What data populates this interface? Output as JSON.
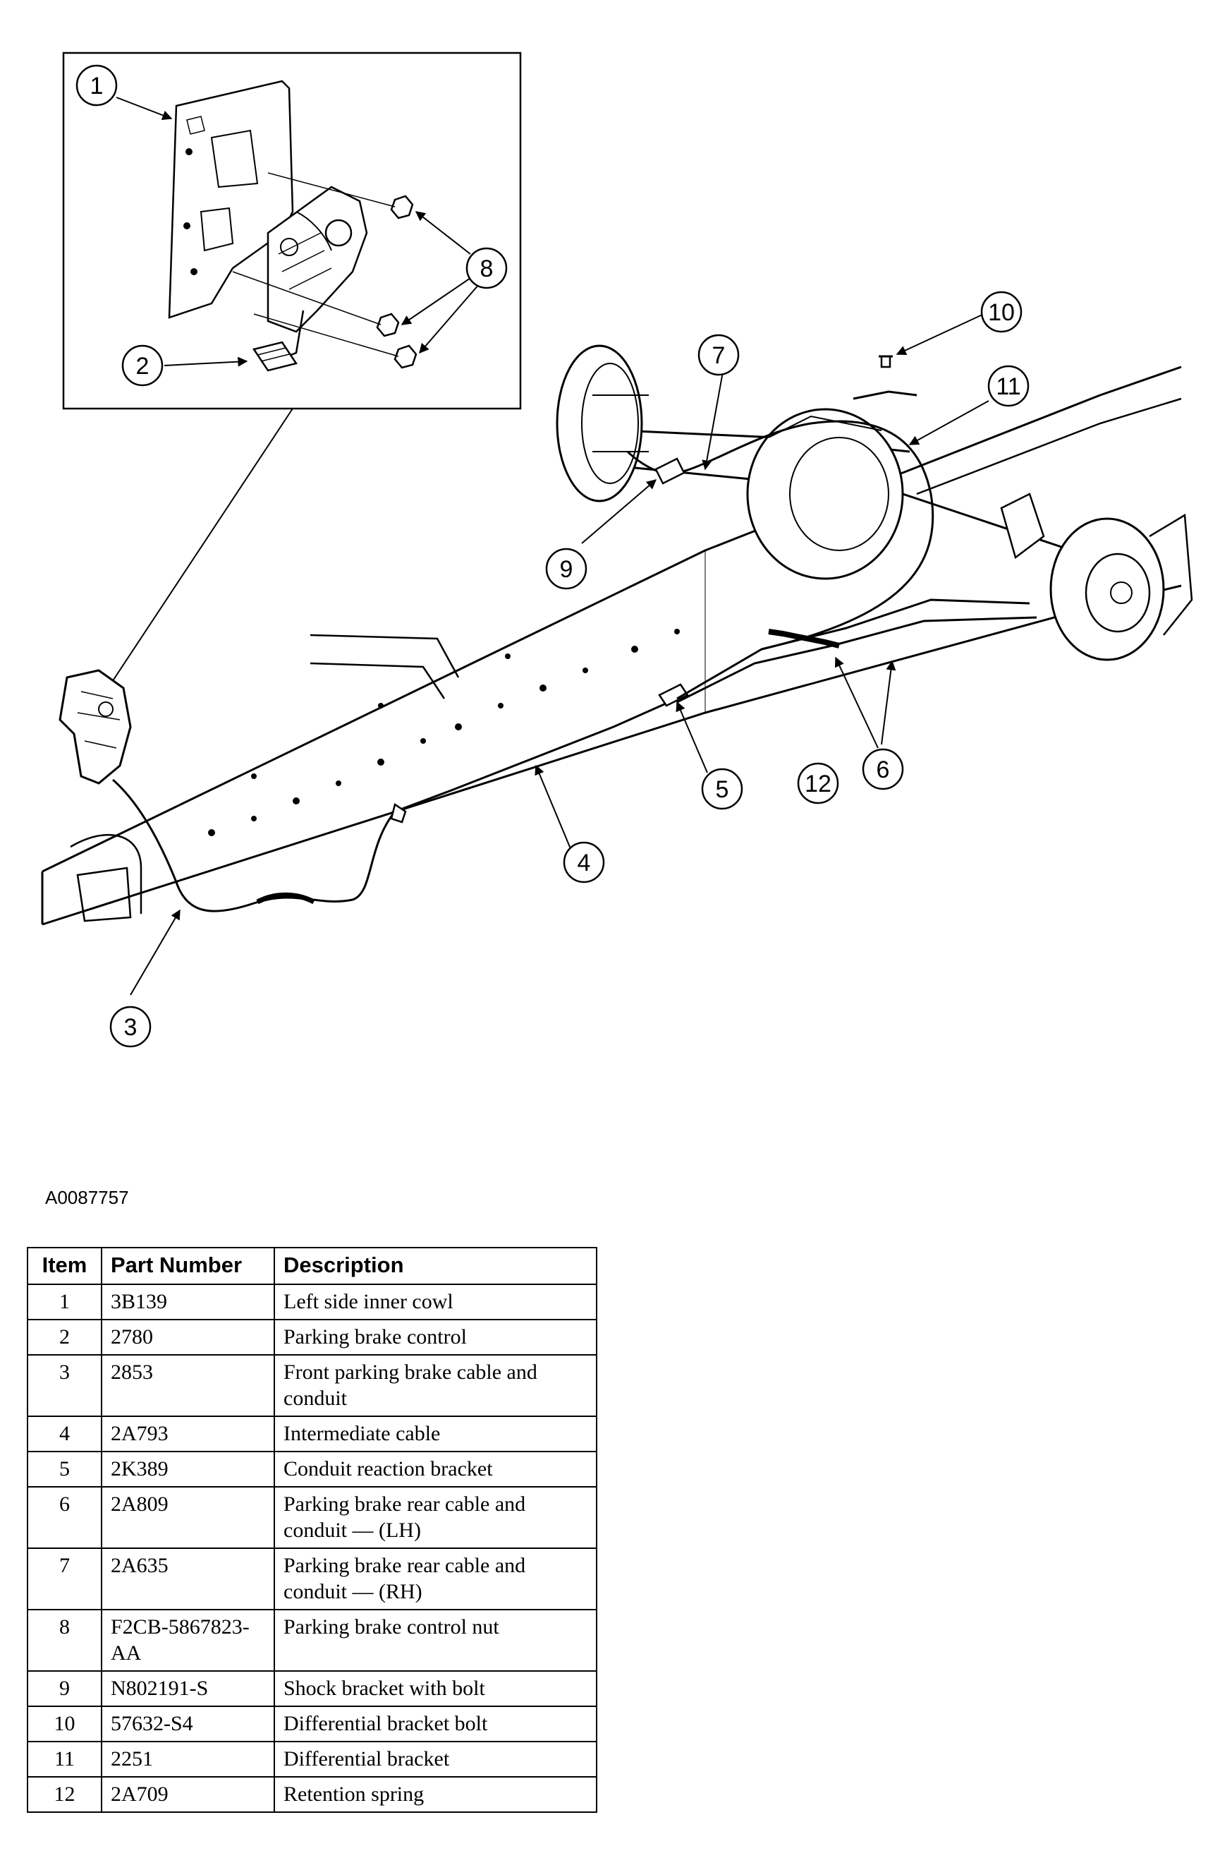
{
  "figure_id": "A0087757",
  "callouts": [
    "1",
    "2",
    "3",
    "4",
    "5",
    "6",
    "7",
    "8",
    "9",
    "10",
    "11",
    "12"
  ],
  "table": {
    "headers": {
      "item": "Item",
      "part_number": "Part Number",
      "description": "Description"
    },
    "rows": [
      {
        "item": "1",
        "part_number": "3B139",
        "description": "Left side inner cowl"
      },
      {
        "item": "2",
        "part_number": "2780",
        "description": "Parking brake control"
      },
      {
        "item": "3",
        "part_number": "2853",
        "description": "Front parking brake cable and conduit"
      },
      {
        "item": "4",
        "part_number": "2A793",
        "description": "Intermediate cable"
      },
      {
        "item": "5",
        "part_number": "2K389",
        "description": "Conduit reaction bracket"
      },
      {
        "item": "6",
        "part_number": "2A809",
        "description": "Parking brake rear cable and conduit — (LH)"
      },
      {
        "item": "7",
        "part_number": "2A635",
        "description": "Parking brake rear cable and conduit — (RH)"
      },
      {
        "item": "8",
        "part_number": "F2CB-5867823-AA",
        "description": "Parking brake control nut"
      },
      {
        "item": "9",
        "part_number": "N802191-S",
        "description": "Shock bracket with bolt"
      },
      {
        "item": "10",
        "part_number": "57632-S4",
        "description": "Differential bracket bolt"
      },
      {
        "item": "11",
        "part_number": "2251",
        "description": "Differential bracket"
      },
      {
        "item": "12",
        "part_number": "2A709",
        "description": "Retention spring"
      }
    ]
  }
}
